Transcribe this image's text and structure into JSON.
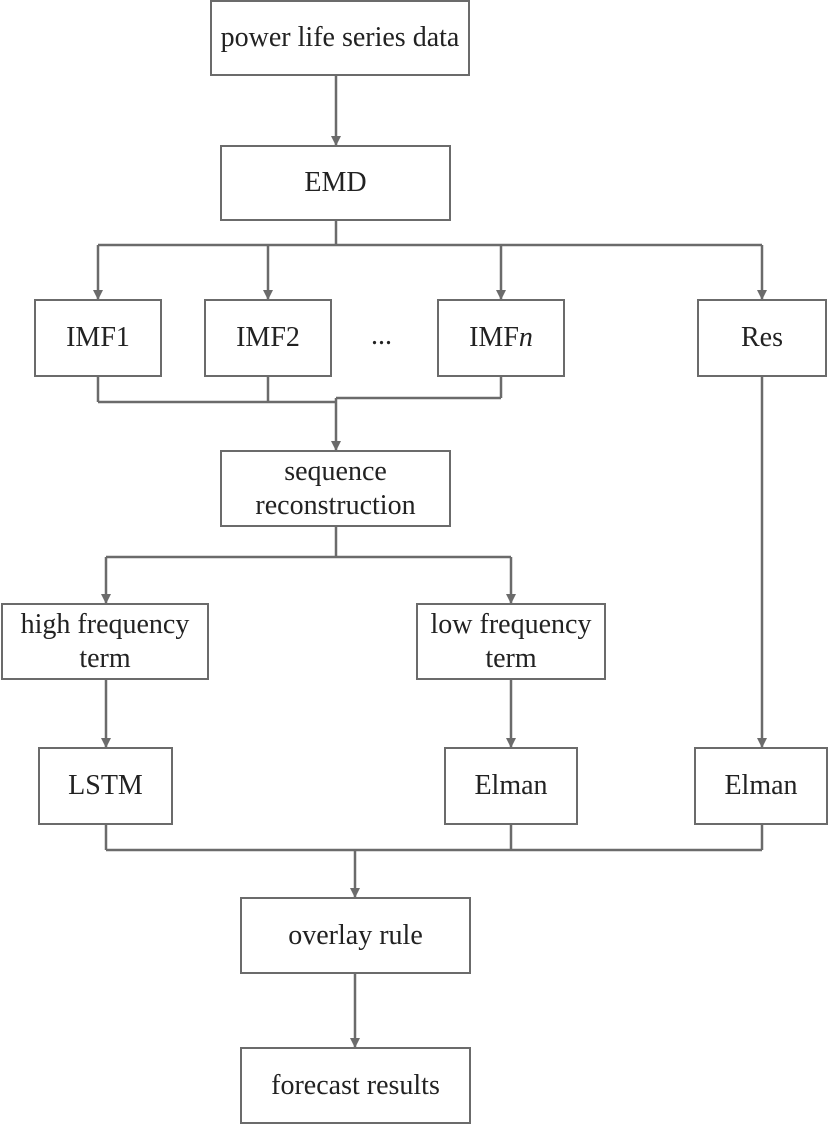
{
  "nodes": {
    "power_data": "power life series data",
    "emd": "EMD",
    "imf1": "IMF1",
    "imf2": "IMF2",
    "ellipsis": "...",
    "imfn_prefix": "IMF",
    "imfn_suffix": "n",
    "res": "Res",
    "seq_line1": "sequence",
    "seq_line2": "reconstruction",
    "high_line1": "high frequency",
    "high_line2": "term",
    "low_line1": "low frequency",
    "low_line2": "term",
    "lstm": "LSTM",
    "elman_low": "Elman",
    "elman_res": "Elman",
    "overlay": "overlay rule",
    "forecast": "forecast results"
  },
  "colors": {
    "stroke": "#6b6b6b",
    "text": "#222222",
    "background": "#ffffff"
  }
}
